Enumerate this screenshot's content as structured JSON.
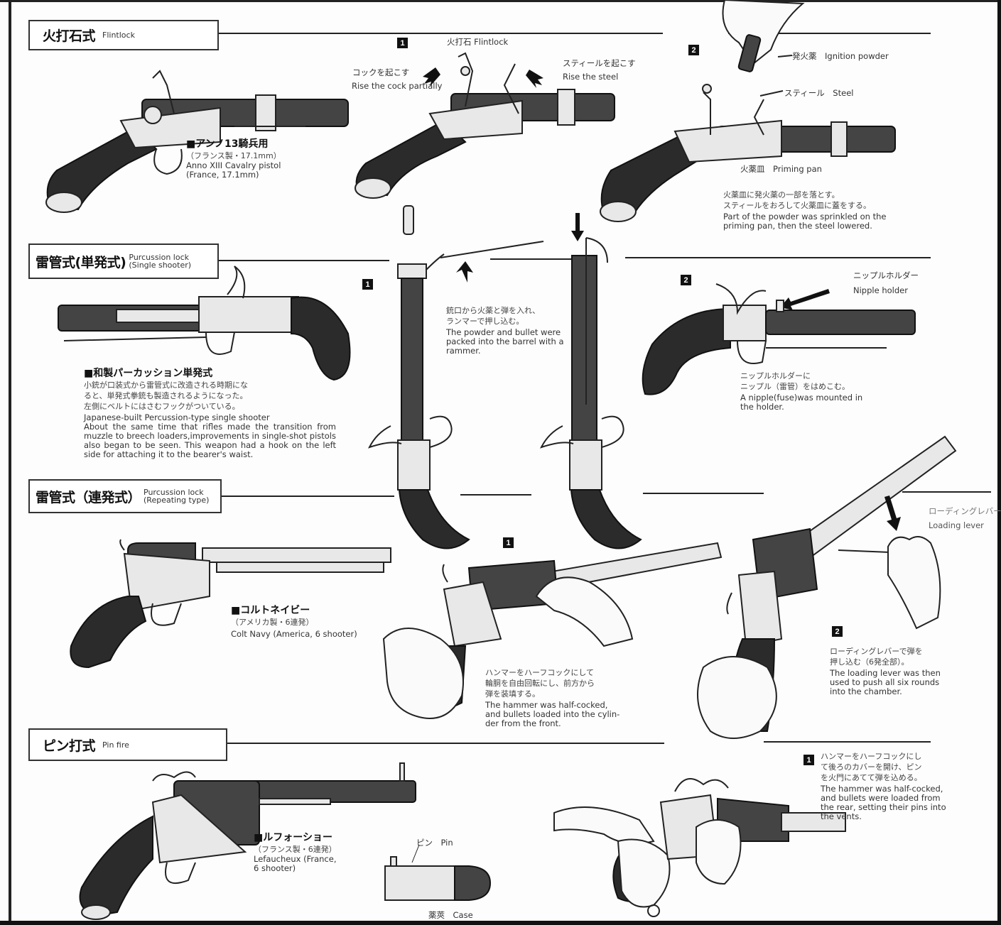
{
  "sections": {
    "flintlock": {
      "title_jp": "火打石式",
      "title_en": "Flintlock",
      "main_pistol": {
        "name_jp": "■アンノ13騎兵用",
        "spec_jp": "（フランス製・17.1mm）",
        "name_en": "Anno XIII Cavalry pistol",
        "spec_en": "(France, 17.1mm)"
      },
      "step1": {
        "number": "1",
        "part_label": "火打石 Flintlock",
        "cock_jp": "コックを起こす",
        "cock_en": "Rise the cock partially",
        "steel_jp": "スティールを起こす",
        "steel_en": "Rise the steel"
      },
      "step2": {
        "number": "2",
        "ignition_label": "発火薬　Ignition powder",
        "steel_label": "スティール　Steel",
        "pan_label": "火薬皿　Priming pan",
        "desc_jp": [
          "火薬皿に発火薬の一部を落とす。",
          "スティールをおろして火薬皿に蓋をする。"
        ],
        "desc_en": [
          "Part of the powder was sprinkled on the",
          "priming pan, then the steel lowered."
        ]
      }
    },
    "percussion_single": {
      "title_jp": "雷管式(単発式)",
      "title_en_1": "Purcussion lock",
      "title_en_2": "(Single shooter)",
      "main_pistol": {
        "name_jp": "■和製パーカッション単発式",
        "desc_jp": [
          "小銃が口装式から雷管式に改造される時期にな",
          "ると、単発式拳銃も製造されるようになった。",
          "左側にベルトにはさむフックがついている。"
        ],
        "name_en": "Japanese-built Percussion-type single shooter",
        "desc_en": "About the same time that rifles made the transition from muzzle to breech loaders,improvements in single-shot pistols also began to be seen. This weapon had a hook on the left side for attaching it to the bearer's waist."
      },
      "step1": {
        "number": "1",
        "desc_jp": [
          "銃口から火薬と弾を入れ、",
          "ランマーで押し込む。"
        ],
        "desc_en": [
          "The powder and bullet were",
          "packed into the barrel with a",
          "rammer."
        ]
      },
      "step2": {
        "number": "2",
        "holder_jp": "ニップルホルダー",
        "holder_en": "Nipple holder",
        "desc_jp": [
          "ニップルホルダーに",
          "ニップル（雷管）をはめこむ。"
        ],
        "desc_en": [
          "A nipple(fuse)was mounted in",
          "the holder."
        ]
      }
    },
    "percussion_repeating": {
      "title_jp": "雷管式（連発式）",
      "title_en_1": "Purcussion lock",
      "title_en_2": "(Repeating type)",
      "main_pistol": {
        "name_jp": "■コルトネイビー",
        "spec_jp": "（アメリカ製・6連発）",
        "name_en": "Colt Navy (America, 6 shooter)"
      },
      "step1": {
        "number": "1",
        "desc_jp": [
          "ハンマーをハーフコックにして",
          "輪胴を自由回転にし、前方から",
          "弾を装填する。"
        ],
        "desc_en": [
          "The hammer was half-cocked,",
          "and bullets loaded into the cylin-",
          "der from the front."
        ]
      },
      "step2": {
        "number": "2",
        "lever_jp": "ローディングレバー",
        "lever_en": "Loading lever",
        "desc_jp": [
          "ローディングレバーで弾を",
          "押し込む（6発全部）。"
        ],
        "desc_en": [
          "The loading lever was then",
          "used to push all six rounds",
          "into the chamber."
        ]
      }
    },
    "pinfire": {
      "title_jp": "ピン打式",
      "title_en": "Pin fire",
      "main_pistol": {
        "name_jp": "■ルフォーショー",
        "spec_jp": "（フランス製・6連発）",
        "name_en_1": "Lefaucheux (France,",
        "name_en_2": "6 shooter)"
      },
      "cartridge": {
        "pin_label": "ピン　Pin",
        "case_label": "薬莢　Case"
      },
      "step1": {
        "number": "1",
        "desc_jp": [
          "ハンマーをハーフコックにし",
          "て後ろのカバーを開け、ピン",
          "を火門にあてて弾を込める。"
        ],
        "desc_en": [
          "The hammer was half-cocked,",
          "and bullets were loaded from",
          "the rear, setting their pins into",
          "the vents."
        ]
      }
    }
  }
}
